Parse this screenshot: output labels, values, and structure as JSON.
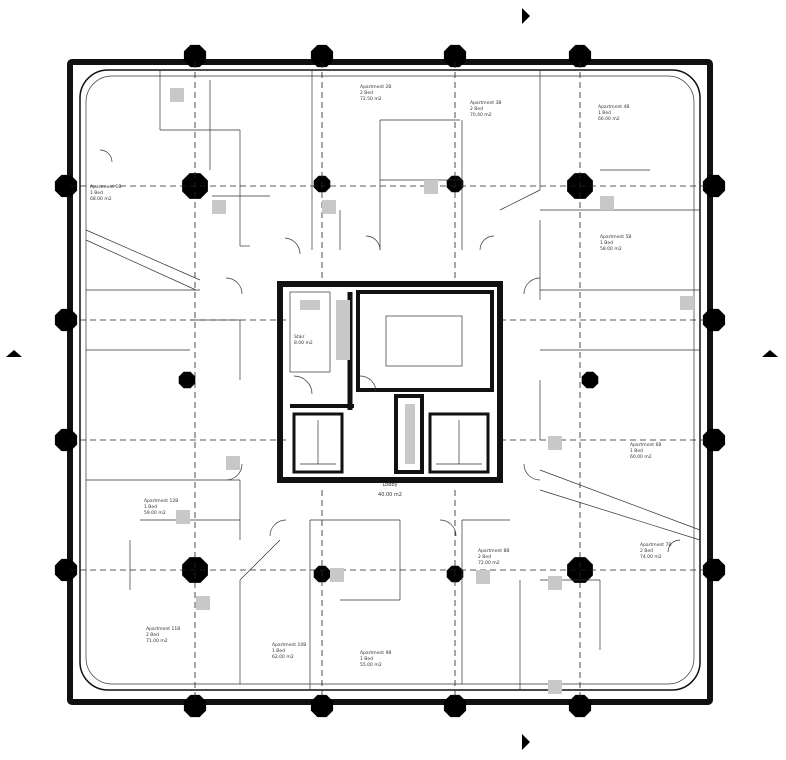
{
  "drawing": {
    "north_marker": "north-arrow",
    "labels": {
      "core": [
        "Lobby",
        "40.00 m2"
      ],
      "stair": [
        "Stair",
        "8.00 m2"
      ]
    },
    "units": [
      {
        "name": "Apartment 1B",
        "sub": "1 Bed",
        "area": "68.00 m2"
      },
      {
        "name": "Apartment 2B",
        "sub": "2 Bed",
        "area": "72.50 m2"
      },
      {
        "name": "Apartment 3B",
        "sub": "2 Bed",
        "area": "70.40 m2"
      },
      {
        "name": "Apartment 4B",
        "sub": "1 Bed",
        "area": "66.00 m2"
      },
      {
        "name": "Apartment 5B",
        "sub": "1 Bed",
        "area": "58.00 m2"
      },
      {
        "name": "Apartment 6B",
        "sub": "1 Bed",
        "area": "60.00 m2"
      },
      {
        "name": "Apartment 7B",
        "sub": "2 Bed",
        "area": "74.00 m2"
      },
      {
        "name": "Apartment 8B",
        "sub": "2 Bed",
        "area": "72.00 m2"
      },
      {
        "name": "Apartment 9B",
        "sub": "1 Bed",
        "area": "55.00 m2"
      },
      {
        "name": "Apartment 10B",
        "sub": "1 Bed",
        "area": "62.00 m2"
      },
      {
        "name": "Apartment 11B",
        "sub": "2 Bed",
        "area": "71.00 m2"
      },
      {
        "name": "Apartment 12B",
        "sub": "1 Bed",
        "area": "59.00 m2"
      }
    ]
  }
}
